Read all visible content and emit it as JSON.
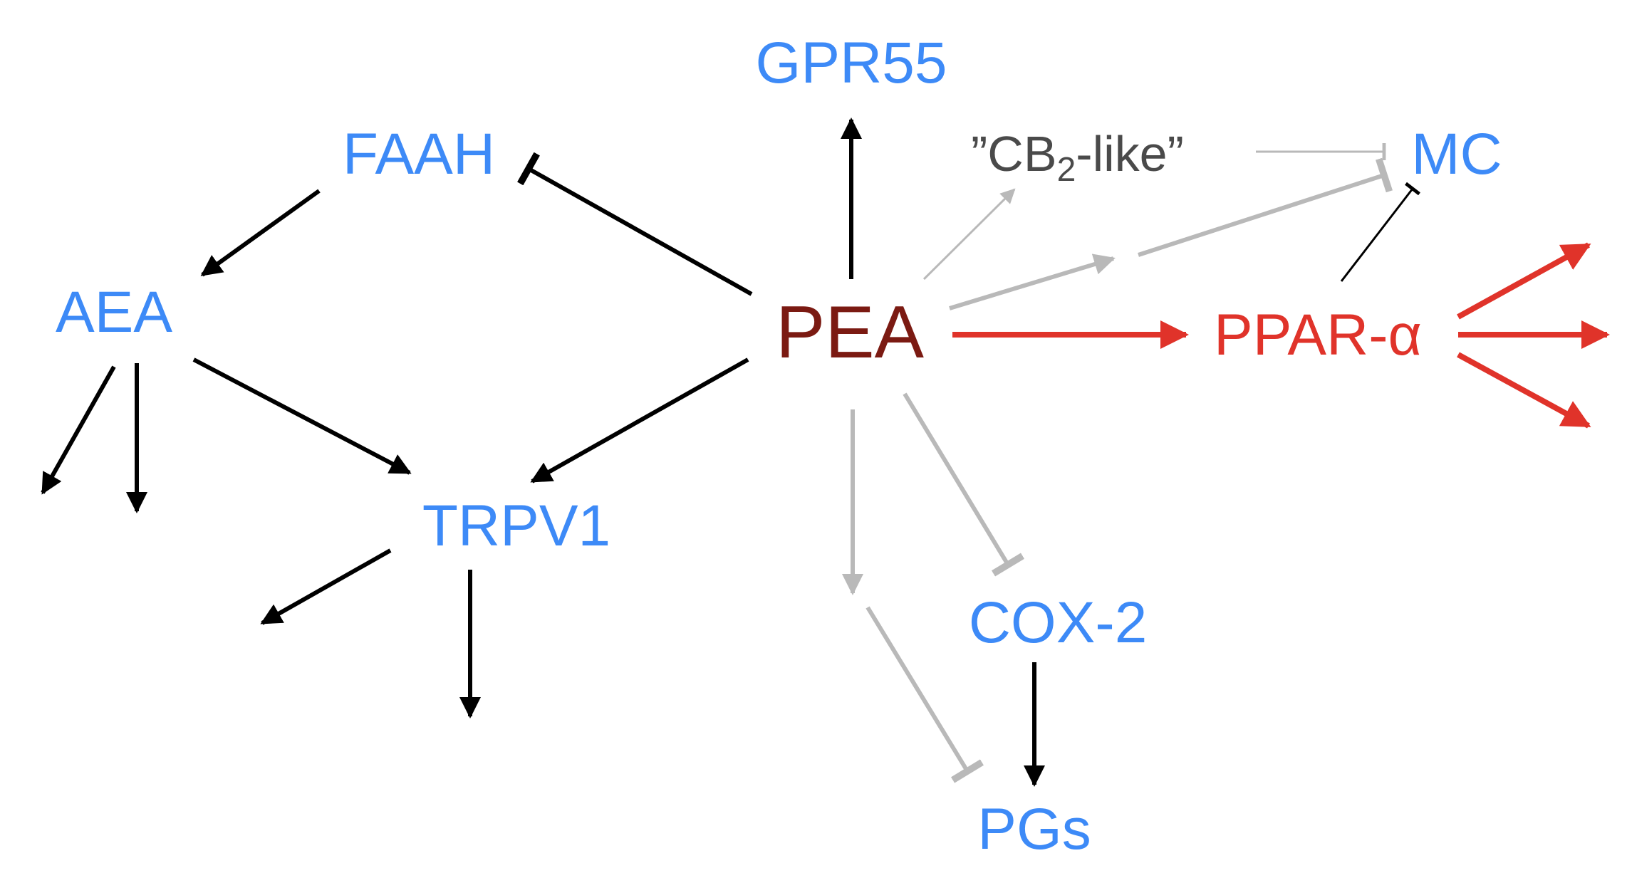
{
  "nodes": {
    "gpr55": "GPR55",
    "faah": "FAAH",
    "cb2_like_open": "”CB",
    "cb2_like_sub": "2",
    "cb2_like_close": "-like”",
    "mc": "MC",
    "aea": "AEA",
    "pea": "PEA",
    "ppar": "PPAR-α",
    "trpv1": "TRPV1",
    "cox2": "COX-2",
    "pgs": "PGs"
  },
  "colors": {
    "receptor_blue": "#3d8af7",
    "pea_darkred": "#7b1a12",
    "ppar_red": "#e0332a",
    "edge_black": "#000000",
    "edge_gray": "#b9b9b9",
    "cb2_text_gray": "#4a4a4a"
  },
  "edge_types": [
    "activation-arrow",
    "inhibition-bar"
  ]
}
